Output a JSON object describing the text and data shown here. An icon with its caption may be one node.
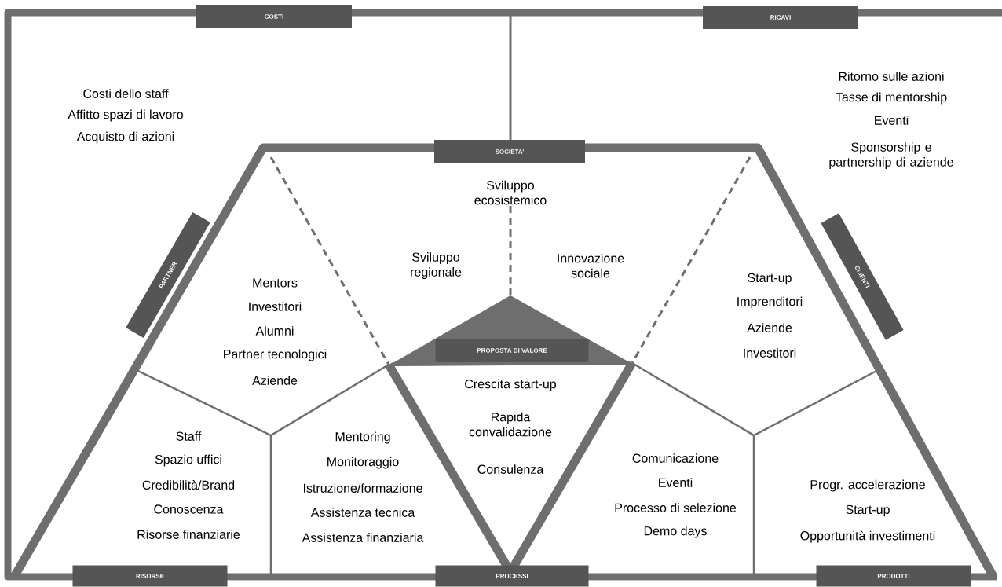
{
  "diagram": {
    "nodes": [
      {
        "text": [
          "COSTI"
        ]
      },
      {
        "text": [
          "RICAVI"
        ]
      },
      {
        "text": [
          "SOCIETA’"
        ]
      },
      {
        "text": [
          "PARTNER"
        ]
      },
      {
        "text": [
          "CLIENTI"
        ]
      },
      {
        "text": [
          "PROPOSTA DI VALORE"
        ]
      },
      {
        "text": [
          "RISORSE"
        ]
      },
      {
        "text": [
          "PROCESSI"
        ]
      },
      {
        "text": [
          "PRODOTTI"
        ]
      }
    ],
    "labels": [
      "Costi dello staff",
      "Affitto spazi di lavoro",
      "Acquisto di azioni",
      "Ritorno sulle azioni",
      "Tasse di mentorship",
      "Eventi",
      "Sponsorship e partnership di aziende",
      "Sviluppo ecosistemico",
      "Sviluppo regionale",
      "Innovazione sociale",
      "Mentors",
      "Investitori",
      "Alumni",
      "Partner tecnologici",
      "Aziende",
      "Start-up",
      "Imprenditori",
      "Aziende",
      "Investitori",
      "Crescita start-up",
      "Rapida convalidazione",
      "Consulenza",
      "Staff",
      "Spazio uffici",
      "Credibilità/Brand",
      "Conoscenza",
      "Risorse finanziarie",
      "Mentoring",
      "Monitoraggio",
      "Istruzione/formazione",
      "Assistenza tecnica",
      "Assistenza finanziaria",
      "Comunicazione",
      "Eventi",
      "Processo di selezione",
      "Demo days",
      "Progr. accelerazione",
      "Start-up",
      "Opportunità investimenti"
    ]
  }
}
